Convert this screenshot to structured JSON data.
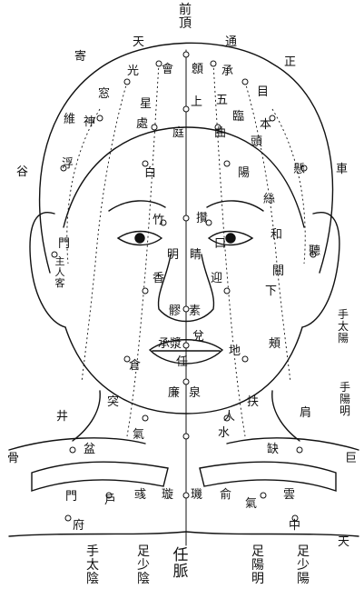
{
  "labels": {
    "top_center": "前頂",
    "arc_left": "天",
    "arc_right": "通",
    "arc_far_right": "正",
    "arc_far_left": "寄",
    "head_guang": "光",
    "head_she": "會",
    "head_e": "顖",
    "head_cheng": "承",
    "head_mu": "目",
    "head_lu": "窓",
    "head_shang": "上",
    "head_wu": "五",
    "head_lin": "臨",
    "head_shen": "神",
    "head_ben": "本",
    "head_zhi": "庭",
    "head_xing": "星",
    "head_qu": "曲",
    "head_chu": "處",
    "head_yang": "陽",
    "head_bai": "白",
    "head_tou": "頭",
    "head_wei": "維",
    "ear_left_gu": "谷",
    "ear_left_fu": "浮",
    "ear_left_men": "門",
    "ear_left_zhu": "主人客",
    "ear_right_che": "車",
    "ear_right_xuan": "懸",
    "ear_right_ting": "聽",
    "face_zhu": "竹",
    "face_zan": "攢",
    "face_jing": "睛",
    "face_ming": "明",
    "face_si": "絲",
    "face_he": "和",
    "face_kou": "口",
    "face_xia": "下",
    "face_guan": "關",
    "face_ying": "迎",
    "face_xiang": "香",
    "face_su": "素",
    "face_liao": "髎",
    "face_jia": "頰",
    "face_di": "地",
    "face_cang": "倉",
    "face_ren": "任",
    "face_tai": "兌",
    "face_cheng_jiang": "承漿",
    "face_lian": "廉",
    "face_quan": "泉",
    "neck_tu": "突",
    "neck_shui": "水",
    "neck_qi": "氣",
    "neck_fu": "扶",
    "neck_ren": "人",
    "neck_que": "缺",
    "neck_pen": "盆",
    "shoulder_jing": "井",
    "shoulder_jian": "肩",
    "shoulder_gu": "骨",
    "shoulder_ju": "巨",
    "chest_yun": "雲",
    "chest_zhong": "中",
    "chest_fu": "府",
    "chest_hu": "戶",
    "chest_qi": "氣",
    "chest_shu": "俞",
    "chest_xuan": "璇",
    "chest_ji": "璣",
    "chest_yu": "彧",
    "chest_men": "門",
    "chest_tian": "天",
    "right_note_top": "手太陽",
    "right_note_mid": "手陽明",
    "bottom_1": "手太陰",
    "bottom_2": "足少陰",
    "bottom_3": "任脈",
    "bottom_4": "足陽明",
    "bottom_5": "足少陽"
  }
}
